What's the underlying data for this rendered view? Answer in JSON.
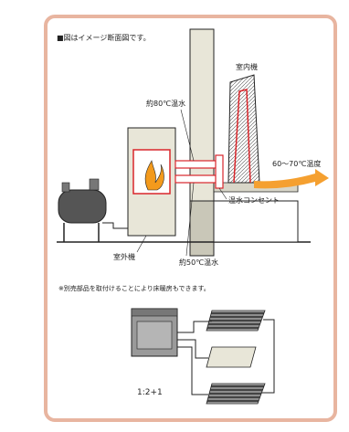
{
  "note": "■図はイメージ断面図です。",
  "labels": {
    "indoor_unit": "室内機",
    "hot_water_80": "約80℃温水",
    "hot_air": "60〜70℃温度",
    "hot_water_outlet": "温水コンセント",
    "outdoor_unit": "室外機",
    "hot_water_50": "約50℃温水"
  },
  "option_note": "※別売部品を取付けることにより床暖房もできます。",
  "ratio_label": "1:2+1",
  "colors": {
    "frame": "#e8b5a0",
    "pipe_red": "#d9262b",
    "flame": "#f39a1c",
    "arrow": "#f5a030",
    "wall": "#e8e6d8",
    "machine": "#9a9a9a"
  }
}
